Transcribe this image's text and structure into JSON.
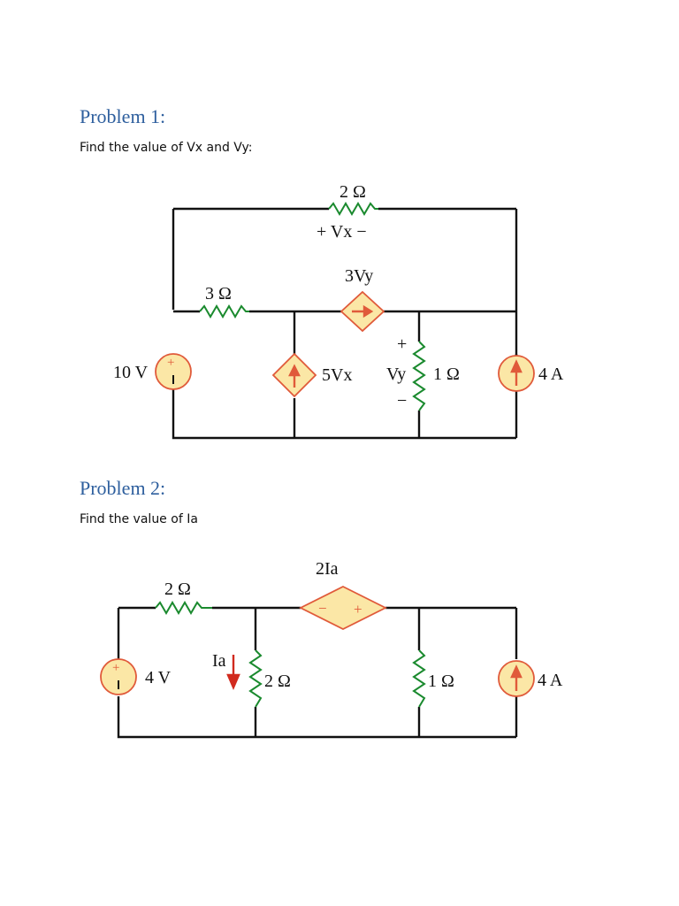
{
  "problem1": {
    "title": "Problem 1:",
    "prompt": "Find the value of Vx and Vy:",
    "labels": {
      "r_top": "2 Ω",
      "vx_label": "+  Vx  −",
      "dep_vsrc": "3Vy",
      "r_left": "3 Ω",
      "vsrc": "10 V",
      "dep_isrc": "5Vx",
      "vy_plus": "+",
      "vy": "Vy",
      "vy_minus": "−",
      "r_right": "1 Ω",
      "isrc": "4 A"
    }
  },
  "problem2": {
    "title": "Problem 2:",
    "prompt": "Find the value of Ia",
    "labels": {
      "dep_vsrc": "2Ia",
      "r_left": "2 Ω",
      "vsrc": "4 V",
      "ia": "Ia",
      "r_mid": "2 Ω",
      "r_right": "1 Ω",
      "isrc": "4 A"
    }
  },
  "colors": {
    "heading": "#2e5f9e",
    "resistor": "#1a8a2e",
    "source_fill": "#fbe7a6",
    "source_stroke": "#e05a3a"
  }
}
